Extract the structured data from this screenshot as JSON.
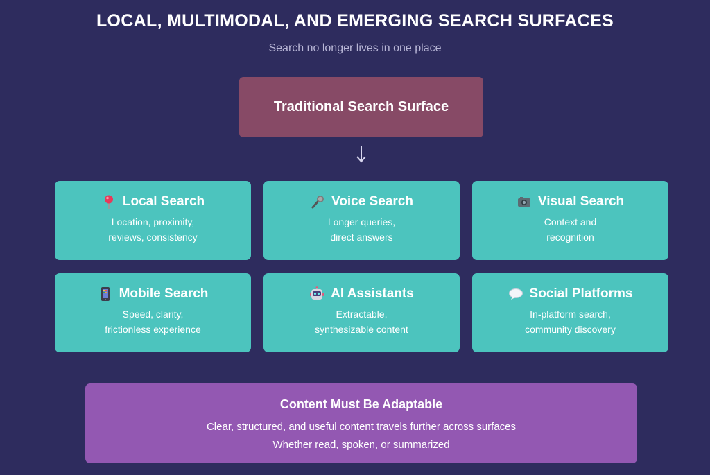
{
  "header": {
    "title": "LOCAL, MULTIMODAL, AND EMERGING SEARCH SURFACES",
    "subtitle": "Search no longer lives in one place"
  },
  "top_box": {
    "label": "Traditional Search Surface"
  },
  "cards": [
    {
      "icon": "pin-icon",
      "title": "Local Search",
      "line1": "Location, proximity,",
      "line2": "reviews, consistency"
    },
    {
      "icon": "microphone-icon",
      "title": "Voice Search",
      "line1": "Longer queries,",
      "line2": "direct answers"
    },
    {
      "icon": "camera-icon",
      "title": "Visual Search",
      "line1": "Context and",
      "line2": "recognition"
    },
    {
      "icon": "mobile-phone-icon",
      "title": "Mobile Search",
      "line1": "Speed, clarity,",
      "line2": "frictionless experience"
    },
    {
      "icon": "robot-icon",
      "title": "AI Assistants",
      "line1": "Extractable,",
      "line2": "synthesizable content"
    },
    {
      "icon": "speech-bubble-icon",
      "title": "Social Platforms",
      "line1": "In-platform search,",
      "line2": "community discovery"
    }
  ],
  "bottom_box": {
    "title": "Content Must Be Adaptable",
    "line1": "Clear, structured, and useful content travels further across surfaces",
    "line2": "Whether read, spoken, or summarized"
  },
  "colors": {
    "background": "#2e2c5e",
    "top_box": "#874a66",
    "cards": "#4cc4be",
    "bottom_box": "#9358b2"
  }
}
